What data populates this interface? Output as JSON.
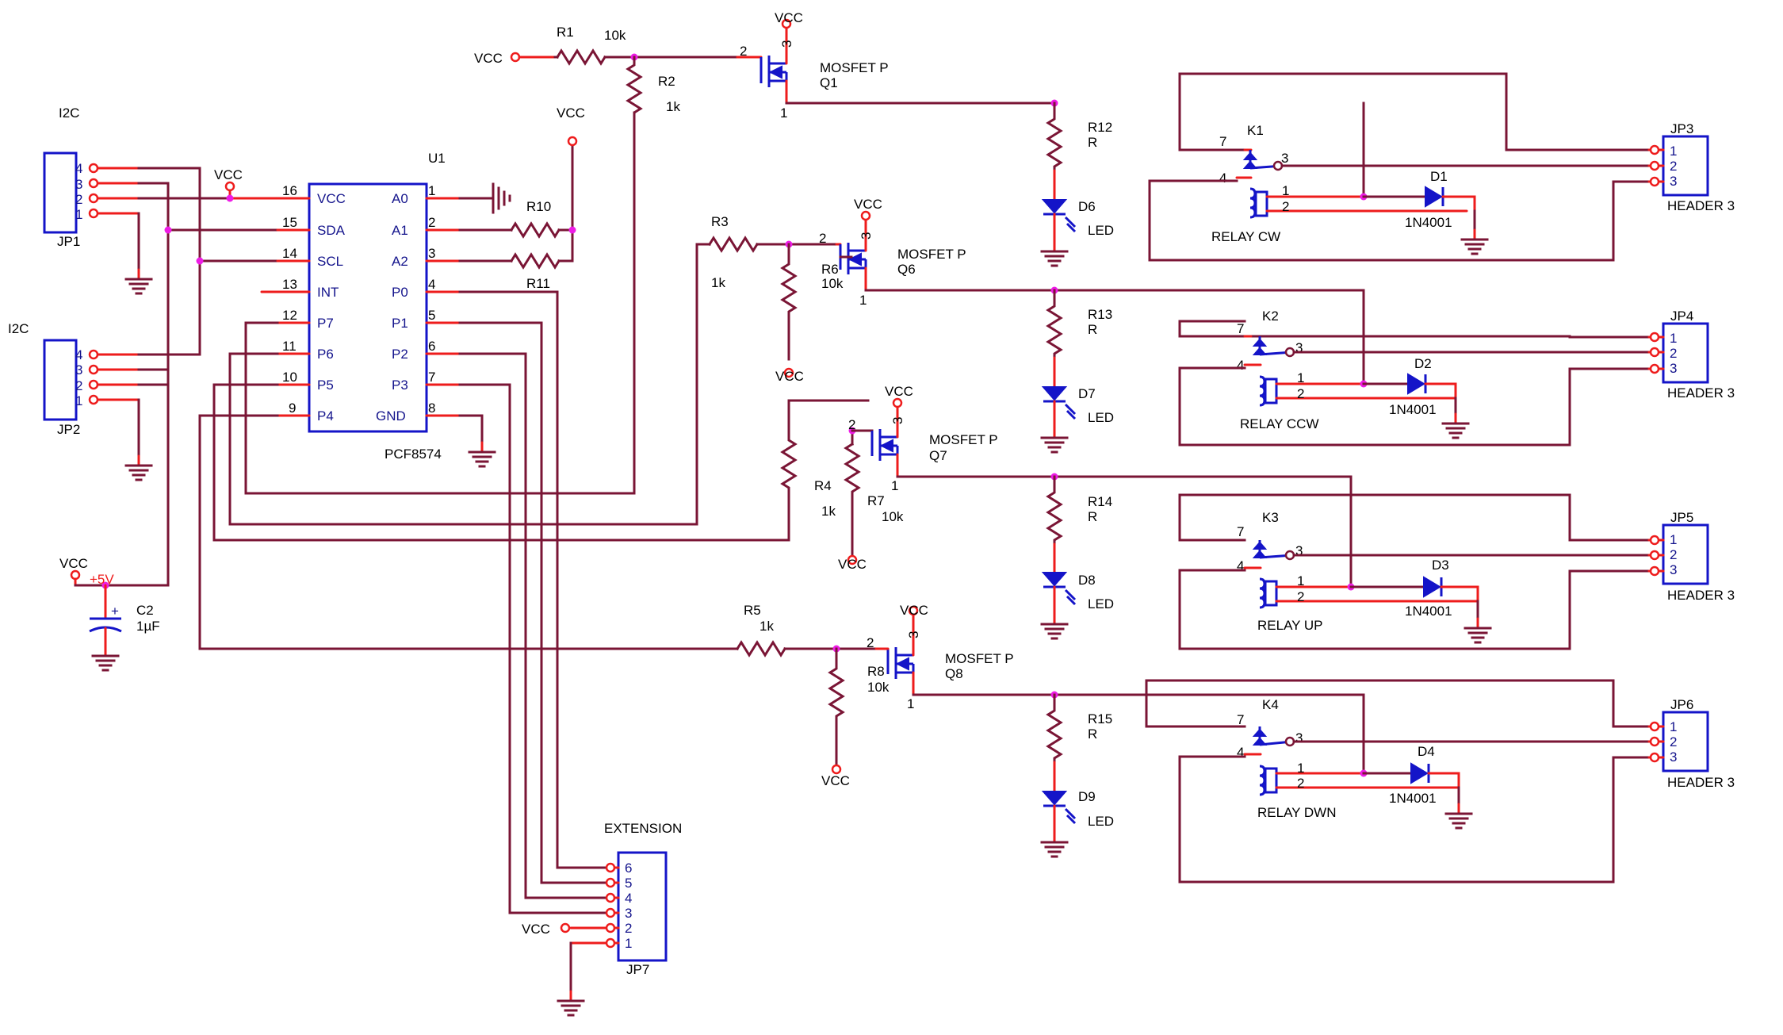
{
  "labels": {
    "vcc": "VCC",
    "i2c": "I2C",
    "jp1": "JP1",
    "jp2": "JP2",
    "u1": "U1",
    "u1_part": "PCF8574",
    "u1_pins_left": [
      "VCC",
      "SDA",
      "SCL",
      "INT",
      "P7",
      "P6",
      "P5",
      "P4"
    ],
    "u1_nums_left": [
      "16",
      "15",
      "14",
      "13",
      "12",
      "11",
      "10",
      "9"
    ],
    "u1_pins_right": [
      "A0",
      "A1",
      "A2",
      "P0",
      "P1",
      "P2",
      "P3",
      "GND"
    ],
    "u1_nums_right": [
      "1",
      "2",
      "3",
      "4",
      "5",
      "6",
      "7",
      "8"
    ],
    "hdr4_pins": [
      "4",
      "3",
      "2",
      "1"
    ],
    "hdr3_pins": [
      "1",
      "2",
      "3"
    ],
    "ext_pins": [
      "6",
      "5",
      "4",
      "3",
      "2",
      "1"
    ],
    "r1": "R1",
    "r1v": "10k",
    "r2": "R2",
    "r2v": "1k",
    "r3": "R3",
    "r3v": "1k",
    "r4": "R4",
    "r4v": "1k",
    "r5": "R5",
    "r5v": "1k",
    "r6": "R6",
    "r6v": "10k",
    "r7": "R7",
    "r7v": "10k",
    "r8": "R8",
    "r8v": "10k",
    "r10": "R10",
    "r11": "R11",
    "r12": "R12",
    "r13": "R13",
    "r14": "R14",
    "r15": "R15",
    "rv": "R",
    "mosfet": "MOSFET P",
    "q1": "Q1",
    "q6": "Q6",
    "q7": "Q7",
    "q8": "Q8",
    "d6": "D6",
    "d7": "D7",
    "d8": "D8",
    "d9": "D9",
    "led": "LED",
    "d1": "D1",
    "d2": "D2",
    "d3": "D3",
    "d4": "D4",
    "dv": "1N4001",
    "k1": "K1",
    "k2": "K2",
    "k3": "K3",
    "k4": "K4",
    "relay_cw": "RELAY CW",
    "relay_ccw": "RELAY CCW",
    "relay_up": "RELAY UP",
    "relay_dwn": "RELAY DWN",
    "jp3": "JP3",
    "jp4": "JP4",
    "jp5": "JP5",
    "jp6": "JP6",
    "header3": "HEADER 3",
    "extension": "EXTENSION",
    "jp7": "JP7",
    "c2": "C2",
    "c2v": "1µF",
    "plus5v": "+5V",
    "plus": "+",
    "pin1": "1",
    "pin2": "2",
    "pin3": "3",
    "pin4": "4",
    "pin7": "7"
  },
  "colors": {
    "wire": "#7a1535",
    "lead": "#ee1c1c",
    "component": "#1414c8",
    "junction": "#ee1ce6"
  }
}
